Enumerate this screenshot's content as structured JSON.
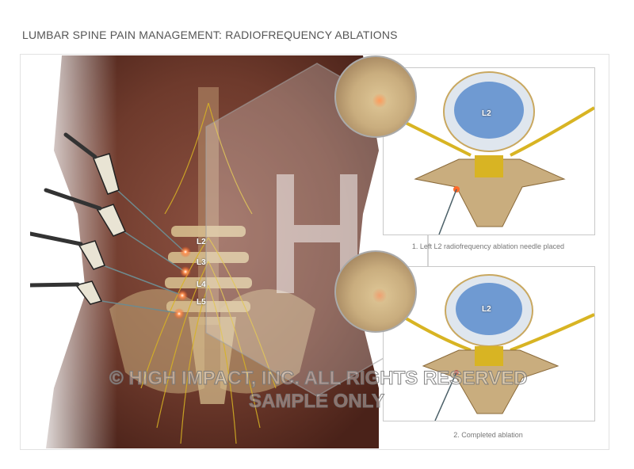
{
  "title": "LUMBAR SPINE PAIN MANAGEMENT: RADIOFREQUENCY ABLATIONS",
  "main_illustration": {
    "vertebra_labels": [
      "L2",
      "L3",
      "L4",
      "L5"
    ],
    "needle_count": 4
  },
  "panels": [
    {
      "vertebra_label": "L2",
      "caption": "1. Left L2 radiofrequency ablation needle placed"
    },
    {
      "vertebra_label": "L2",
      "caption": "2. Completed ablation"
    }
  ],
  "watermark": {
    "line1": "© HIGH IMPACT, INC. ALL RIGHTS RESERVED",
    "line2": "SAMPLE ONLY"
  },
  "colors": {
    "skin": "#6e3a2c",
    "bone": "#c9ad7e",
    "nerve": "#d8b423",
    "disc": "#6f9ad2",
    "ablation": "#ff6a2a"
  }
}
